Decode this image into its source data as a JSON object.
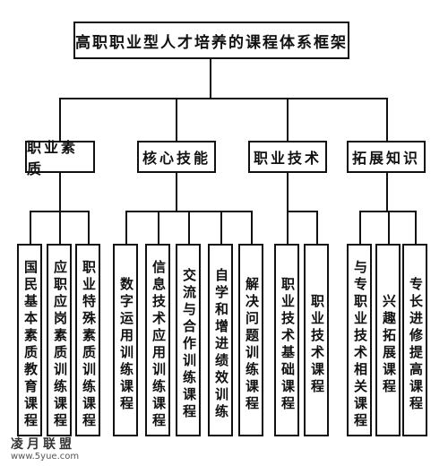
{
  "title": "高职职业型人才培养的课程体系框架",
  "categories": [
    {
      "label": "职业素质",
      "courses": [
        "国民基本素质教育课程",
        "应职应岗素质训练课程",
        "职业特殊素质训练课程"
      ]
    },
    {
      "label": "核心技能",
      "courses": [
        "数字运用训练课程",
        "信息技术应用训练课程",
        "交流与合作训练课程",
        "自学和增进绩效训练",
        "解决问题训练课程"
      ]
    },
    {
      "label": "职业技术",
      "courses": [
        "职业技术基础课程",
        "职业技术课程"
      ]
    },
    {
      "label": "拓展知识",
      "courses": [
        "与专职业技术相关课程",
        "兴趣拓展课程",
        "专长进修提高课程"
      ]
    }
  ],
  "watermark": {
    "name": "凌月联盟",
    "url": "www.5yue.com"
  }
}
